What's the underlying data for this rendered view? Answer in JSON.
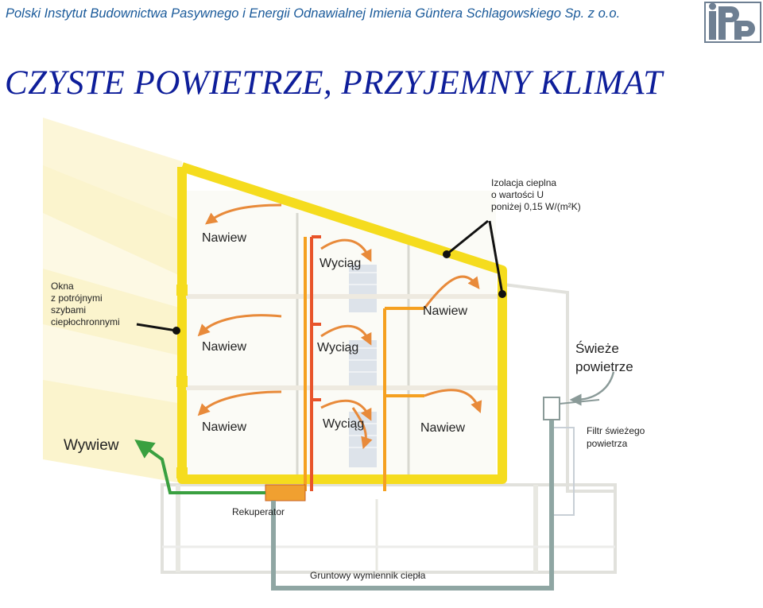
{
  "header": {
    "organization": "Polski Instytut Budownictwa Pasywnego i Energii Odnawialnej Imienia Güntera Schlagowskiego Sp. z o.o.",
    "logo_icon": "pibp-logo-icon"
  },
  "title": "CZYSTE  POWIETRZE, PRZYJEMNY  KLIMAT",
  "diagram": {
    "insulation_label": [
      "Izolacja cieplna",
      "o wartości U",
      "poniżej 0,15 W/(m²K)"
    ],
    "windows_label": [
      "Okna",
      "z potrójnymi",
      "szybami",
      "ciepłochronnymi"
    ],
    "supply": "Nawiew",
    "extract": "Wyciąg",
    "fresh_air": [
      "Świeże",
      "powietrze"
    ],
    "filter": [
      "Filtr świeżego",
      "powietrza"
    ],
    "exhaust": "Wywiew",
    "recuperator": "Rekuperator",
    "ground_exchanger": "Gruntowy wymiennik ciepła",
    "colors": {
      "insulation": "#f5dc1e",
      "supply_duct": "#f5a020",
      "extract_duct": "#e8542a",
      "ground_duct": "#8fa6a3",
      "exhaust_duct": "#3aa040",
      "arrow": "#e88a3a"
    }
  }
}
